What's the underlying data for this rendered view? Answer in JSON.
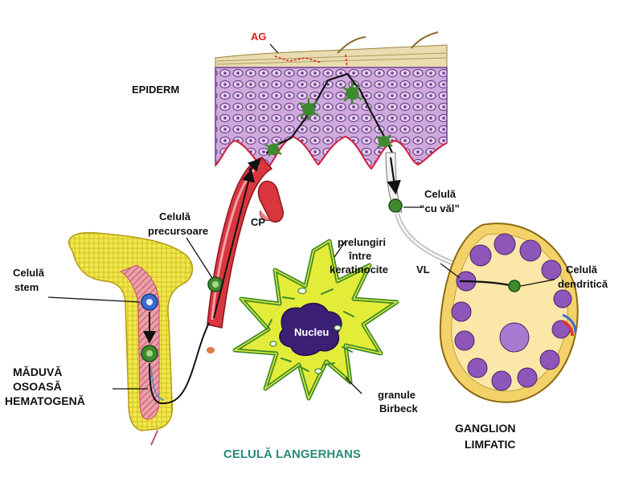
{
  "labels": {
    "ag": "AG",
    "epiderm": "EPIDERM",
    "cp": "CP",
    "vl": "VL",
    "stem_cell_l1": "Celulă",
    "stem_cell_l2": "stem",
    "precursor_l1": "Celulă",
    "precursor_l2": "precursoare",
    "veiled_l1": "Celulă",
    "veiled_l2": "“cu văl”",
    "dendritic_l1": "Celulă",
    "dendritic_l2": "dendritică",
    "marrow_l1": "MĂDUVĂ",
    "marrow_l2": "OSOASĂ",
    "marrow_l3": "HEMATOGENĂ",
    "processes_l1": "prelungiri",
    "processes_l2": "între",
    "processes_l3": "keratinocite",
    "nucleus": "Nucleu",
    "granules_l1": "granule",
    "granules_l2": "Birbeck",
    "langerhans": "CELULĂ LANGERHANS",
    "ganglion_l1": "GANGLION",
    "ganglion_l2": "LIMFATIC"
  },
  "colors": {
    "epidermis": "#c9a3d8",
    "epidermis_cells": "#7b4f9a",
    "vessel": "#d9363e",
    "bone": "#f1e94a",
    "marrow": "#e98a9a",
    "langerhans_body": "#e4ec3a",
    "langerhans_rim": "#3c8a2a",
    "nucleus": "#3a1f74",
    "lymph_node_capsule": "#f4d26a",
    "lymph_follicle": "#8d56b8",
    "title_teal": "#2a8a7a",
    "accent_red": "#e21b1b"
  }
}
